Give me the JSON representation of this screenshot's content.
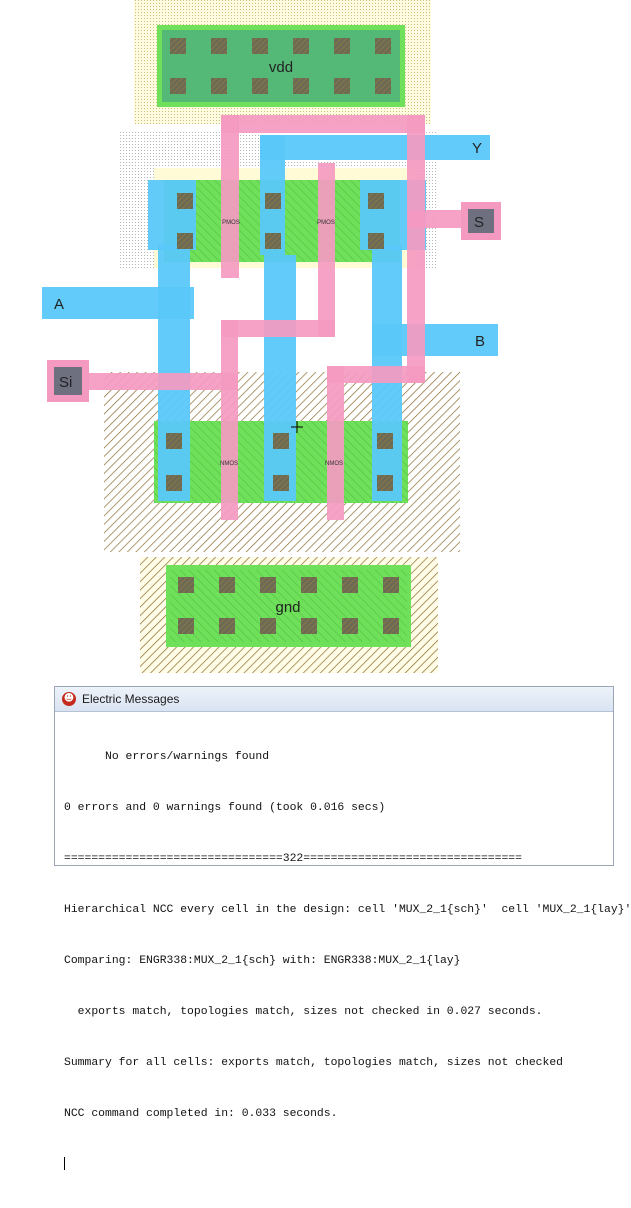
{
  "layout": {
    "labels": {
      "vdd": "vdd",
      "gnd": "gnd",
      "pmos": "PMOS",
      "nmos": "NMOS"
    },
    "exports": {
      "Y": "Y",
      "S": "S",
      "A": "A",
      "B": "B",
      "Si": "Si"
    },
    "colors": {
      "metal1": "#5ac8fa",
      "poly": "#f49ac1",
      "active": "#6fe05a",
      "contact": "#6b6b55",
      "well": "#ffff7a",
      "select": "#8b6b2e"
    }
  },
  "messages": {
    "title": "Electric Messages",
    "lines": [
      "      No errors/warnings found",
      "0 errors and 0 warnings found (took 0.016 secs)",
      "================================322================================",
      "Hierarchical NCC every cell in the design: cell 'MUX_2_1{sch}'  cell 'MUX_2_1{lay}'",
      "Comparing: ENGR338:MUX_2_1{sch} with: ENGR338:MUX_2_1{lay}",
      "  exports match, topologies match, sizes not checked in 0.027 seconds.",
      "Summary for all cells: exports match, topologies match, sizes not checked",
      "NCC command completed in: 0.033 seconds."
    ]
  }
}
